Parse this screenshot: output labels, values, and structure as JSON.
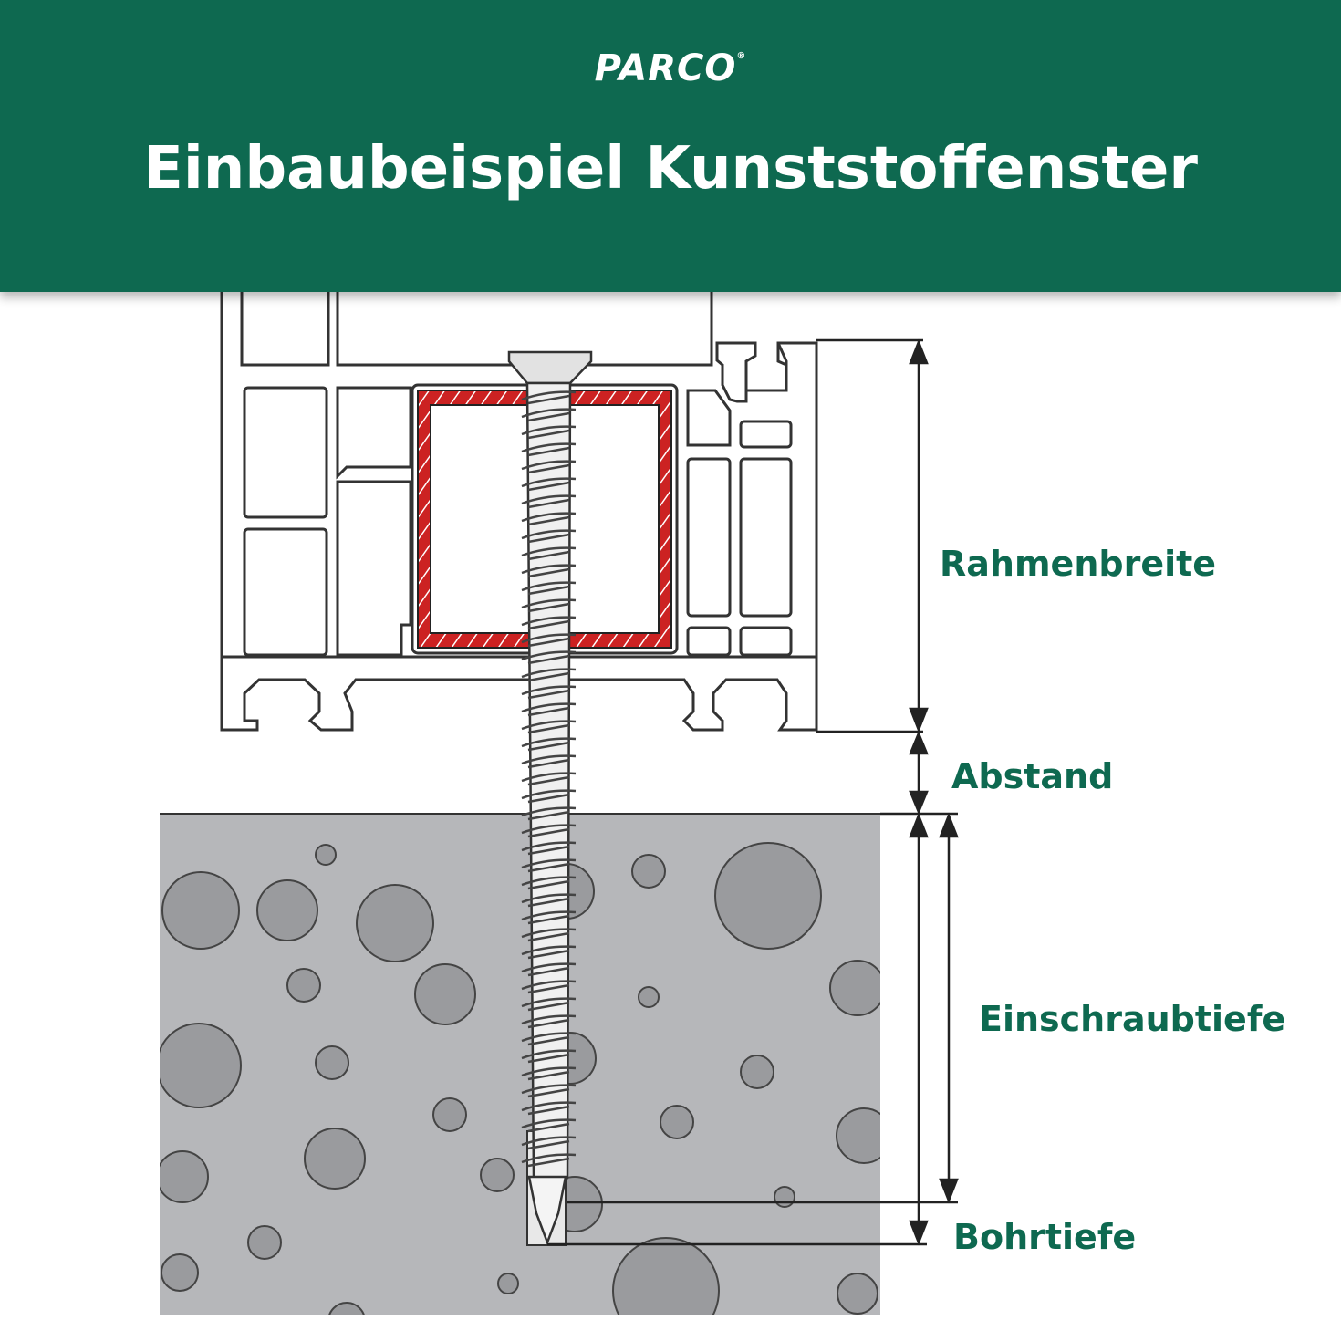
{
  "header": {
    "brand": "PARCO",
    "brand_mark": "®",
    "title": "Einbaubeispiel Kunststoffenster"
  },
  "diagram": {
    "labels": {
      "frame_width": "Rahmenbreite",
      "gap": "Abstand",
      "screw_depth": "Einschraubtiefe",
      "drill_depth": "Bohrtiefe"
    }
  },
  "colors": {
    "header_bg": "#0e6950",
    "label_text": "#0e6950",
    "concrete": "#b6b7ba",
    "aggregate": "#9a9b9e",
    "steel_reinforcement": "#cc2222",
    "outline": "#333333"
  }
}
